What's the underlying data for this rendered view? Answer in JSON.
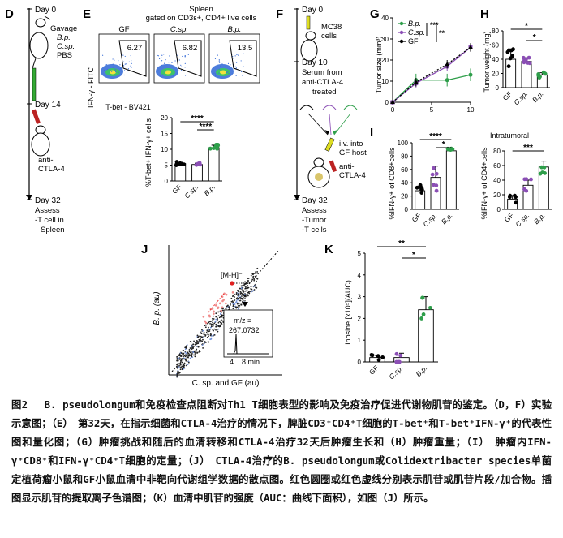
{
  "panels": {
    "D": {
      "letter": "D",
      "day0": "Day 0",
      "gavage": "Gavage",
      "bp": "B.p.",
      "csp": "C.sp.",
      "pbs": "PBS",
      "day14": "Day 14",
      "anti": "anti-",
      "ctla": "CTLA-4",
      "day32": "Day 32",
      "assess": "Assess",
      "tcell": "-T cell in",
      "spleen": "Spleen"
    },
    "E": {
      "letter": "E",
      "title": "Spleen",
      "subtitle": "gated on CD3ε+, CD4+ live cells",
      "flow": [
        {
          "label": "GF",
          "value": "6.27"
        },
        {
          "label": "C.sp.",
          "value": "6.82"
        },
        {
          "label": "B.p.",
          "value": "13.5"
        }
      ],
      "yflow": "IFN-γ - FITC",
      "xflow": "T-bet - BV421",
      "bar_ylabel": "%T-bet+ IFN-γ+ cells",
      "sig1": "****",
      "sig2": "****"
    },
    "F": {
      "letter": "F",
      "day0": "Day 0",
      "mc38": "MC38",
      "cells": "cells",
      "day10": "Day 10",
      "serum": "Serum from",
      "antictla": "anti-CTLA-4",
      "treated": "treated",
      "iv": "i.v. into",
      "gfhost": "GF host",
      "anti": "anti-",
      "ctla": "CTLA-4",
      "day32": "Day 32",
      "assess": "Assess",
      "tumor": "-Tumor",
      "tcells": "-T cells"
    },
    "G": {
      "letter": "G",
      "ylabel": "Tumor size (mm³)",
      "sig": "***",
      "sig2": "**",
      "legend": [
        {
          "name": "B.p.",
          "color": "#2e9e4a"
        },
        {
          "name": "C.sp.",
          "color": "#8b4fb5"
        },
        {
          "name": "GF",
          "color": "#000000"
        }
      ]
    },
    "H": {
      "letter": "H",
      "ylabel": "Tumor weight (mg)",
      "sig1": "*",
      "sig2": "*"
    },
    "I": {
      "letter": "I",
      "title": "Intratumoral",
      "ylabel1": "%IFN-γ+ of CD8+cells",
      "ylabel2": "%IFN-γ+ of CD4+cells",
      "sig1": "****",
      "sig2": "*",
      "sig3": "***"
    },
    "J": {
      "letter": "J",
      "ylabel": "B. p. (au)",
      "xlabel": "C. sp. and GF (au)",
      "mh": "[M-H]⁻",
      "mz": "m/z =",
      "mzval": "267.0732",
      "min4": "4",
      "min8": "8 min"
    },
    "K": {
      "letter": "K",
      "ylabel": "Inosine [x10⁵](AUC)",
      "sig1": "**",
      "sig2": "*"
    }
  },
  "chart_data": [
    {
      "type": "bar",
      "panel": "E",
      "categories": [
        "GF",
        "C.sp.",
        "B.p."
      ],
      "values": [
        5.5,
        5.2,
        10.5
      ],
      "errors": [
        0.4,
        0.4,
        0.8
      ],
      "yticks": [
        0,
        5,
        10,
        15,
        20
      ],
      "ylim": [
        0,
        20
      ],
      "ylabel": "%T-bet+ IFN-γ+ cells"
    },
    {
      "type": "line",
      "panel": "G",
      "x": [
        0,
        3,
        7,
        10
      ],
      "xticks": [
        0,
        5,
        10
      ],
      "yticks": [
        0,
        10,
        20,
        30,
        40
      ],
      "ylim": [
        0,
        40
      ],
      "series": [
        {
          "name": "B.p.",
          "values": [
            0,
            10.5,
            10.5,
            13
          ]
        },
        {
          "name": "C.sp.",
          "values": [
            0,
            9,
            17,
            26
          ]
        },
        {
          "name": "GF",
          "values": [
            0,
            9.5,
            18,
            26
          ]
        }
      ]
    },
    {
      "type": "bar",
      "panel": "H",
      "categories": [
        "GF",
        "C.sp.",
        "B.p."
      ],
      "values": [
        40,
        37,
        18
      ],
      "errors": [
        13,
        5,
        3
      ],
      "yticks": [
        0,
        20,
        40,
        60,
        80
      ],
      "ylim": [
        0,
        80
      ]
    },
    {
      "type": "bar",
      "panel": "I-CD8",
      "categories": [
        "GF",
        "C.sp.",
        "B.p."
      ],
      "values": [
        28,
        48,
        88
      ],
      "errors": [
        7,
        17,
        3
      ],
      "yticks": [
        0,
        20,
        40,
        60,
        80,
        100
      ],
      "ylim": [
        0,
        100
      ]
    },
    {
      "type": "bar",
      "panel": "I-CD4",
      "categories": [
        "GF",
        "C.sp.",
        "B.p."
      ],
      "values": [
        14,
        33,
        58
      ],
      "errors": [
        5,
        7,
        8
      ],
      "yticks": [
        0,
        20,
        40,
        60,
        80
      ],
      "ylim": [
        0,
        80
      ]
    },
    {
      "type": "bar",
      "panel": "K",
      "categories": [
        "GF",
        "C.sp.",
        "B.p."
      ],
      "values": [
        0.2,
        0.2,
        2.4
      ],
      "errors": [
        0.1,
        0.2,
        0.6
      ],
      "yticks": [
        0,
        1,
        2,
        3,
        4,
        5
      ],
      "ylim": [
        0,
        5
      ]
    }
  ],
  "caption": "图2　 B. pseudolongum和免疫检查点阻断对Th1 T细胞表型的影响及免疫治疗促进代谢物肌苷的鉴定。（D，F）实验示意图；（E）　第32天，在指示细菌和CTLA-4治疗的情况下，脾脏CD3⁺CD4⁺T细胞的T-bet⁺和T-bet⁺IFN-γ⁺的代表性图和量化图；（G）肿瘤挑战和随后的血清转移和CTLA-4治疗32天后肿瘤生长和（H）肿瘤重量；（I）　肿瘤内IFN-γ⁺CD8⁺和IFN-γ⁺CD4⁺T细胞的定量；（J）　CTLA-4治疗的B. pseudolongum或Colidextribacter species单菌定植荷瘤小鼠和GF小鼠血清中非靶向代谢组学数据的散点图。红色圆圈或红色虚线分别表示肌苷或肌苷片段/加合物。插图显示肌苷的提取离子色谱图；（K）血清中肌苷的强度（AUC：曲线下面积），如图（J）所示。"
}
